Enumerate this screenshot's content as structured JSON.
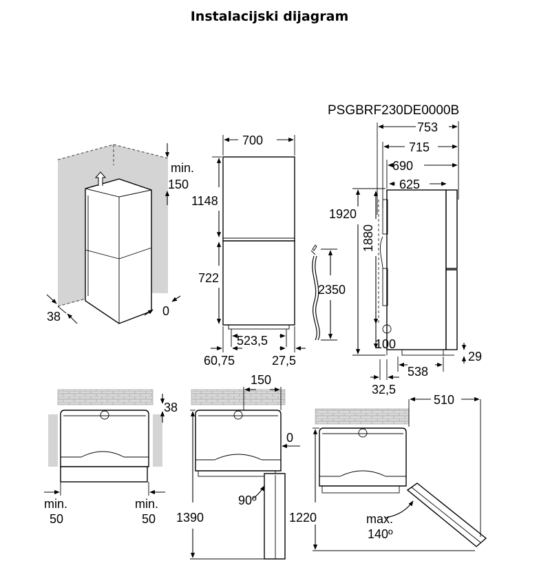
{
  "title": "Instalacijski dijagram",
  "model": "PSGBRF230DE0000B",
  "niche": {
    "top_gap": "min.",
    "top_gap_value": "150",
    "side_left": "38",
    "side_right": "0"
  },
  "front": {
    "width": "700",
    "upper_height": "1148",
    "lower_height": "722",
    "base_width": "523,5",
    "left_offset": "60,75",
    "right_offset": "27,5",
    "cable": "2350"
  },
  "side": {
    "d1": "753",
    "d2": "715",
    "d3": "690",
    "d4": "625",
    "total_height": "1920",
    "body_height": "1880",
    "plug": "100",
    "depth_base": "538",
    "foot": "29",
    "rear": "32,5"
  },
  "plan1": {
    "rear_gap": "38",
    "left_label": "min.",
    "left_value": "50",
    "right_label": "min.",
    "right_value": "50"
  },
  "plan2": {
    "hinge_offset": "150",
    "side_gap": "0",
    "angle": "90º",
    "depth": "1390"
  },
  "plan3": {
    "depth_open": "510",
    "depth": "1220",
    "angle_label": "max.",
    "angle_value": "140º"
  }
}
